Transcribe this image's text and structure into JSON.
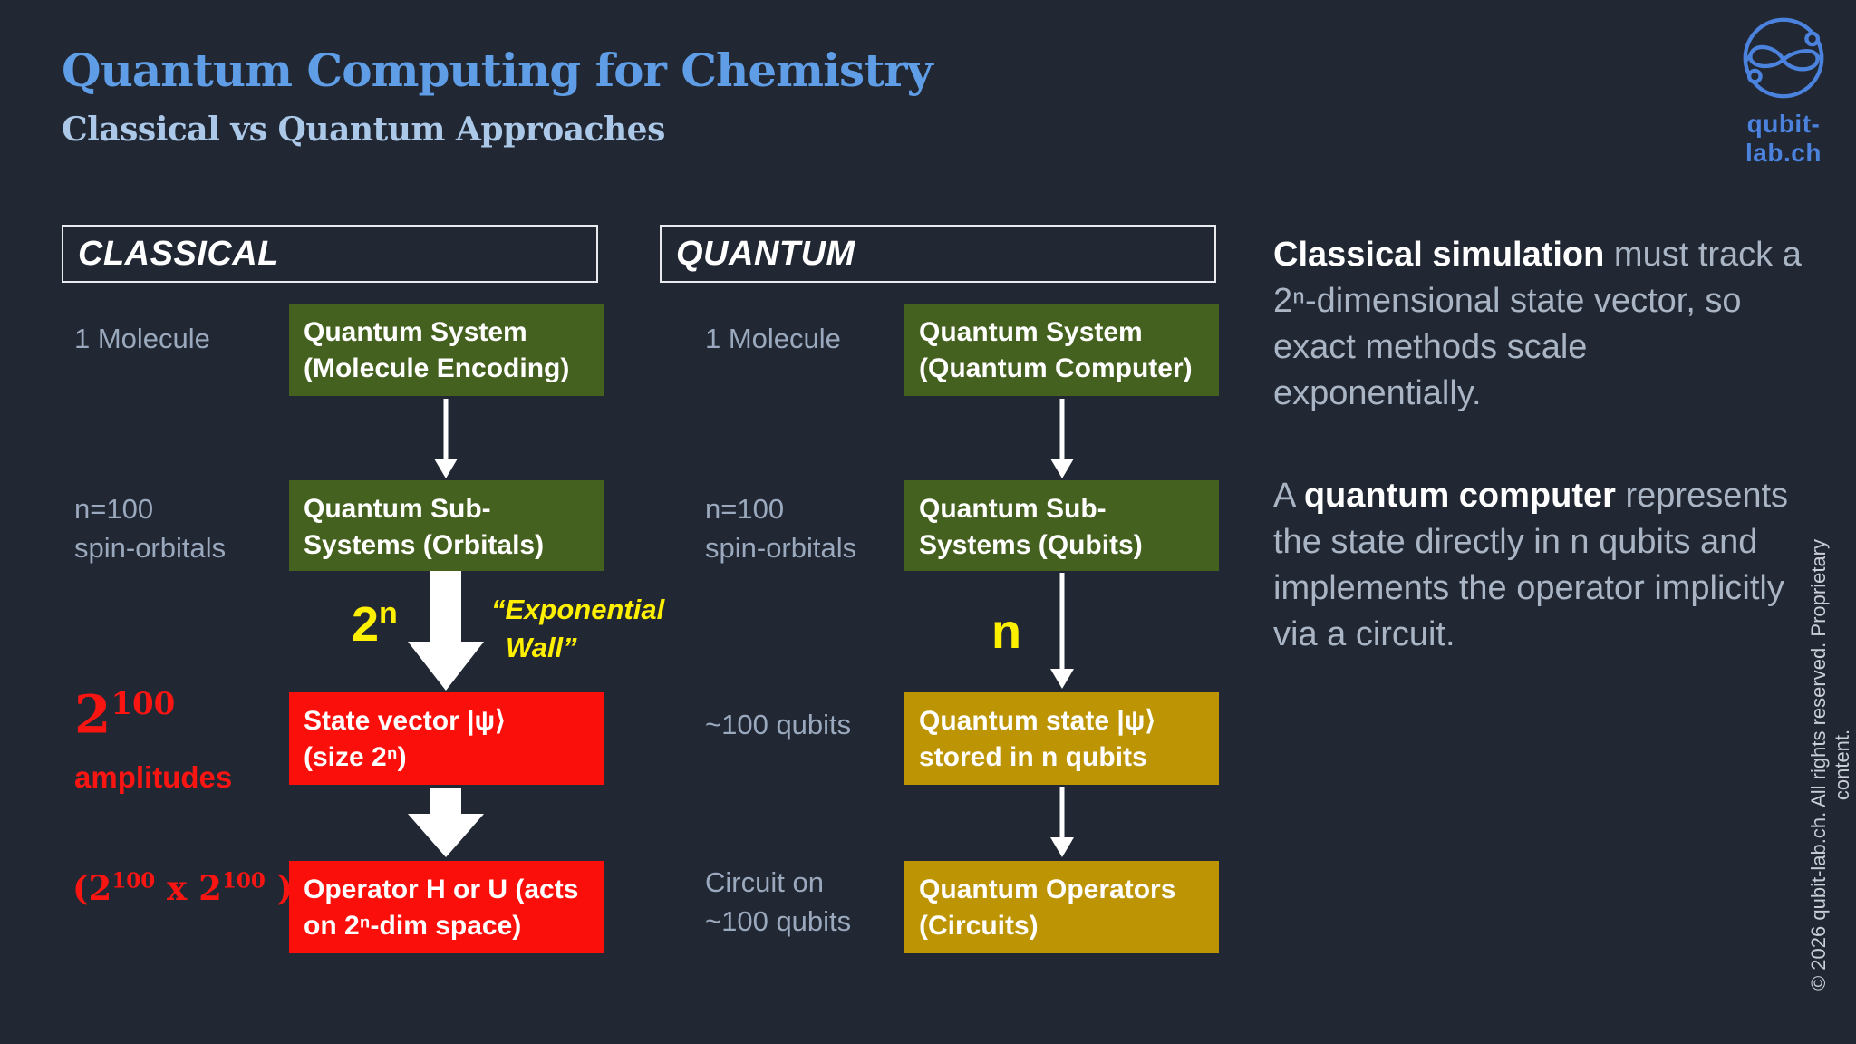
{
  "colors": {
    "bg": "#212733",
    "green": "#45611f",
    "red": "#fb0f0b",
    "gold": "#bd9404",
    "yellow": "#ffef00",
    "title-blue": "#5f9ee6",
    "subtitle-blue": "#abc8e8",
    "label-gray": "#9aa9bd",
    "text-gray": "#a9b5c4",
    "logo-blue": "#4a82dd",
    "red-label": "#f91512",
    "border-light": "#e8eaed",
    "white": "#ffffff",
    "copyright-gray": "#c9ced6"
  },
  "header": {
    "title": "Quantum Computing for Chemistry",
    "subtitle": "Classical vs Quantum Approaches"
  },
  "logo": {
    "label": "qubit-lab.ch"
  },
  "footer": {
    "copyright": "© 2026 qubit-lab.ch. All rights reserved. Proprietary content."
  },
  "classical": {
    "header": "CLASSICAL",
    "row1_label": "1 Molecule",
    "row2_label_l1": "n=100",
    "row2_label_l2": "spin-orbitals",
    "amp_base": "2",
    "amp_sup": "100",
    "amp_word": "amplitudes",
    "mat_p1": "(2",
    "mat_s1": "100",
    "mat_p2": " x 2",
    "mat_s2": "100",
    "mat_p3": " )",
    "box1_l1": "Quantum System",
    "box1_l2": "(Molecule Encoding)",
    "box2_l1": "Quantum Sub-",
    "box2_l2": "Systems (Orbitals)",
    "box3_l1": "State vector |ψ⟩",
    "box3_l2": "(size 2ⁿ)",
    "box4_l1": "Operator H or U (acts",
    "box4_l2": "on 2ⁿ-dim space)",
    "exp_base": "2",
    "exp_sup": "n",
    "wall_l1": "“Exponential",
    "wall_l2": "Wall”"
  },
  "quantum": {
    "header": "QUANTUM",
    "row1_label": "1 Molecule",
    "row2_label_l1": "n=100",
    "row2_label_l2": "spin-orbitals",
    "row3_label": "~100 qubits",
    "row4_label_l1": "Circuit on",
    "row4_label_l2": "~100 qubits",
    "box1_l1": "Quantum System",
    "box1_l2": "(Quantum Computer)",
    "box2_l1": "Quantum Sub-",
    "box2_l2": "Systems (Qubits)",
    "box3_l1": "Quantum state |ψ⟩",
    "box3_l2": "stored in n qubits",
    "box4_l1": "Quantum Operators",
    "box4_l2": "(Circuits)",
    "n_label": "n"
  },
  "narrative": {
    "p1_bold": "Classical simulation",
    "p1_rest": " must track a 2ⁿ-dimensional state vector, so exact methods scale exponentially.",
    "p2_pre": "A ",
    "p2_bold": "quantum computer",
    "p2_rest": " represents the state directly in n qubits and implements the operator implicitly via a circuit."
  }
}
